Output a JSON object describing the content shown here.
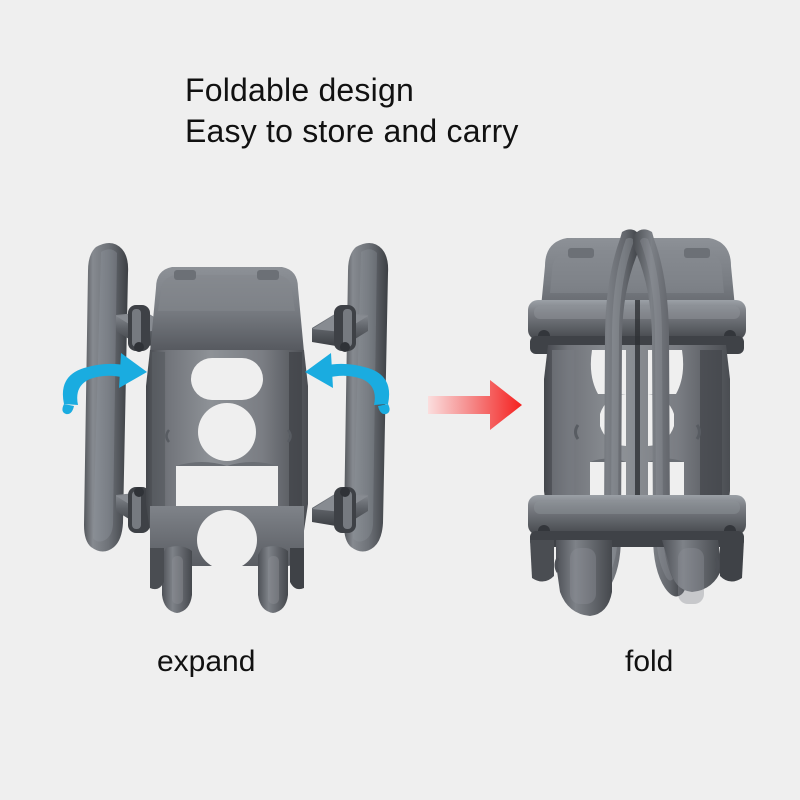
{
  "background_color": "#efefef",
  "headline": {
    "line1": "Foldable design",
    "line2": "Easy to store and carry"
  },
  "captions": {
    "expand": "expand",
    "fold": "fold"
  },
  "colors": {
    "text": "#111111",
    "background": "#efefef",
    "product_light": "#9a9ea4",
    "product_mid": "#75787e",
    "product_dark": "#4c4f55",
    "product_darkest": "#35383d",
    "rotate_arrow_blue": "#1aace0",
    "transition_arrow_red": "#f22d2d",
    "transition_arrow_red_pale": "#fbd9d9"
  },
  "figures": {
    "left": {
      "state": "expand",
      "label": "expand",
      "product": "drone-landing-gear-expanded",
      "legs_position": "extended-outward",
      "rotate_arrows": 2
    },
    "right": {
      "state": "fold",
      "label": "fold",
      "product": "drone-landing-gear-folded",
      "legs_position": "folded-inward-crossed",
      "rotate_arrows": 0
    }
  },
  "icons": {
    "rotate_left": "curved-arrow-right-icon",
    "rotate_right": "curved-arrow-left-icon",
    "transition": "arrow-right-icon"
  }
}
